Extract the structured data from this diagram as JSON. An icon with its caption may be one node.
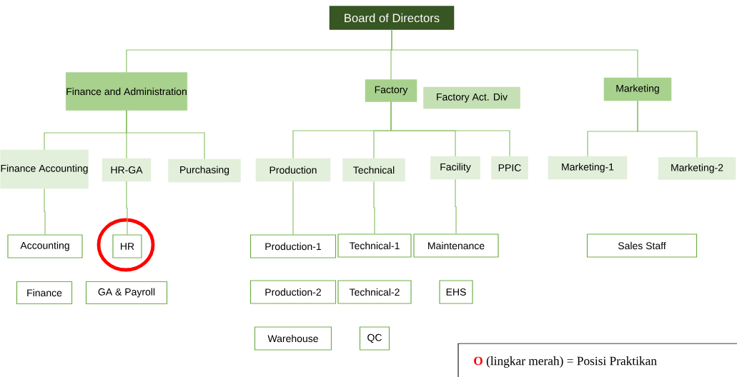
{
  "diagram": {
    "nodes": [
      {
        "text": [
          "Board of Directors"
        ]
      },
      {
        "text": [
          "Finance and Administration"
        ]
      },
      {
        "text": [
          "Factory"
        ]
      },
      {
        "text": [
          "Factory Act. Div"
        ]
      },
      {
        "text": [
          "Marketing"
        ]
      },
      {
        "text": [
          "Finance Accounting"
        ]
      },
      {
        "text": [
          "HR-GA"
        ]
      },
      {
        "text": [
          "Purchasing"
        ]
      },
      {
        "text": [
          "Production"
        ]
      },
      {
        "text": [
          "Technical"
        ]
      },
      {
        "text": [
          "Facility"
        ]
      },
      {
        "text": [
          "PPIC"
        ]
      },
      {
        "text": [
          "Marketing-1"
        ]
      },
      {
        "text": [
          "Marketing-2"
        ]
      },
      {
        "text": [
          "Accounting"
        ]
      },
      {
        "text": [
          "HR"
        ]
      },
      {
        "text": [
          "Production-1"
        ]
      },
      {
        "text": [
          "Technical-1"
        ]
      },
      {
        "text": [
          "Maintenance"
        ]
      },
      {
        "text": [
          "Sales Staff"
        ]
      },
      {
        "text": [
          "Finance"
        ]
      },
      {
        "text": [
          "GA & Payroll"
        ]
      },
      {
        "text": [
          "Production-2"
        ]
      },
      {
        "text": [
          "Technical-2"
        ]
      },
      {
        "text": [
          "EHS"
        ]
      },
      {
        "text": [
          "Warehouse"
        ]
      },
      {
        "text": [
          "QC"
        ]
      }
    ],
    "edges": [
      {
        "from": 0,
        "to": 1,
        "arrow": "none"
      },
      {
        "from": 0,
        "to": 2,
        "arrow": "none"
      },
      {
        "from": 0,
        "to": 4,
        "arrow": "none"
      },
      {
        "from": 1,
        "to": 5,
        "arrow": "none"
      },
      {
        "from": 1,
        "to": 6,
        "arrow": "none"
      },
      {
        "from": 1,
        "to": 7,
        "arrow": "none"
      },
      {
        "from": 2,
        "to": 8,
        "arrow": "none"
      },
      {
        "from": 2,
        "to": 9,
        "arrow": "none"
      },
      {
        "from": 2,
        "to": 10,
        "arrow": "none"
      },
      {
        "from": 2,
        "to": 11,
        "arrow": "none"
      },
      {
        "from": 4,
        "to": 12,
        "arrow": "none"
      },
      {
        "from": 4,
        "to": 13,
        "arrow": "none"
      },
      {
        "from": 5,
        "to": 14,
        "arrow": "none"
      },
      {
        "from": 6,
        "to": 15,
        "arrow": "none"
      },
      {
        "from": 8,
        "to": 16,
        "arrow": "none"
      },
      {
        "from": 9,
        "to": 17,
        "arrow": "none"
      },
      {
        "from": 10,
        "to": 18,
        "arrow": "none"
      }
    ],
    "labels": [
      "O"
    ],
    "legend": [
      {
        "text": "(lingkar merah) = Posisi Praktikan"
      }
    ]
  }
}
